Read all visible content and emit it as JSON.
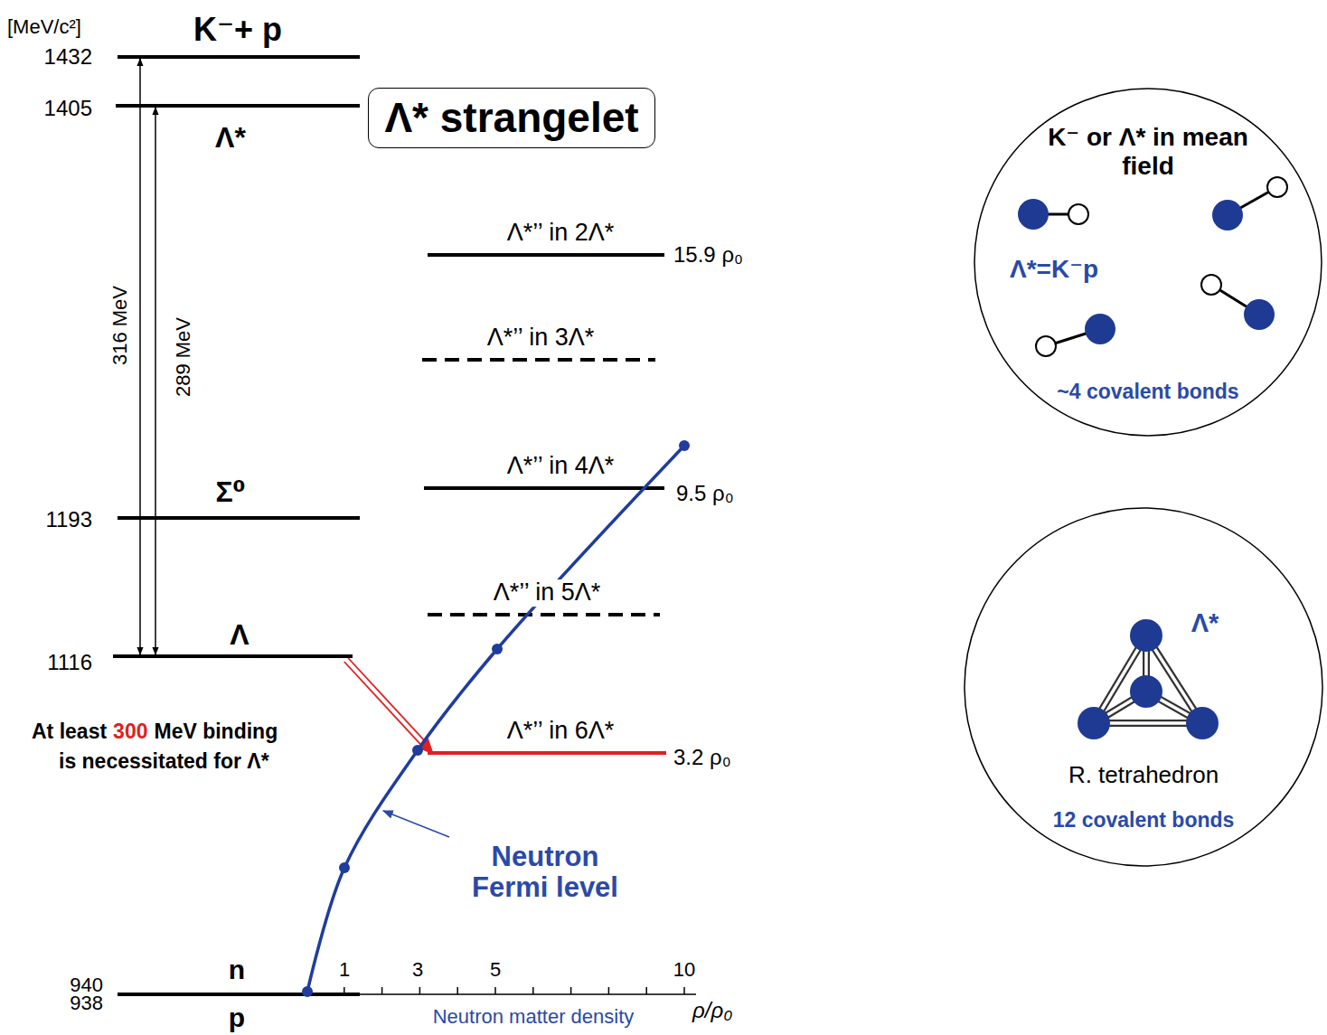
{
  "diagram": {
    "nodes": [
      {
        "text": [
          "Λ* strangelet"
        ]
      },
      {
        "text": [
          "K⁻ or Λ* in mean field",
          "Λ*=K⁻p",
          "~4 covalent bonds"
        ]
      },
      {
        "text": [
          "Λ*",
          "R. tetrahedron",
          "12 covalent bonds"
        ]
      }
    ],
    "labels": [
      "[MeV/c²]",
      "K⁻+ p",
      "1432",
      "1405",
      "Λ*",
      "316 MeV",
      "289 MeV",
      "Λ*’’ in 2Λ*",
      "15.9 ρ₀",
      "Λ*’’ in 3Λ*",
      "Λ*’’ in 4Λ*",
      "9.5 ρ₀",
      "Σ⁰",
      "1193",
      "Λ*’’ in 5Λ*",
      "Λ",
      "1116",
      "At least",
      "300",
      "MeV binding",
      "is necessitated for Λ*",
      "Λ*’’ in 6Λ*",
      "3.2 ρ₀",
      "Neutron Fermi level",
      "n",
      "940",
      "938",
      "p",
      "1",
      "3",
      "5",
      "10",
      "Neutron matter density",
      "ρ/ρ₀"
    ]
  }
}
